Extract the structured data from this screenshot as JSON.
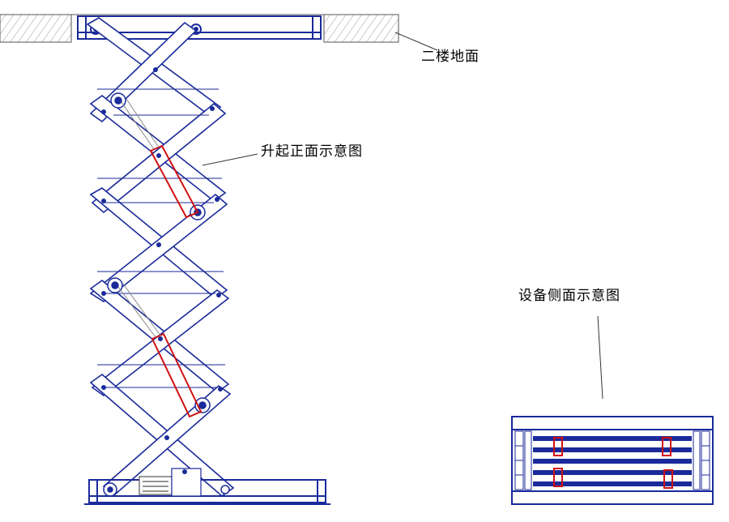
{
  "labels": {
    "second_floor": "二楼地面",
    "raised_front": "升起正面示意图",
    "side_view": "设备侧面示意图"
  },
  "colors": {
    "frame": "#1a2a9a",
    "cylinder": "#d01010",
    "floor_hatch": "#8a8a8a",
    "text": "#000000",
    "leader": "#333333"
  }
}
